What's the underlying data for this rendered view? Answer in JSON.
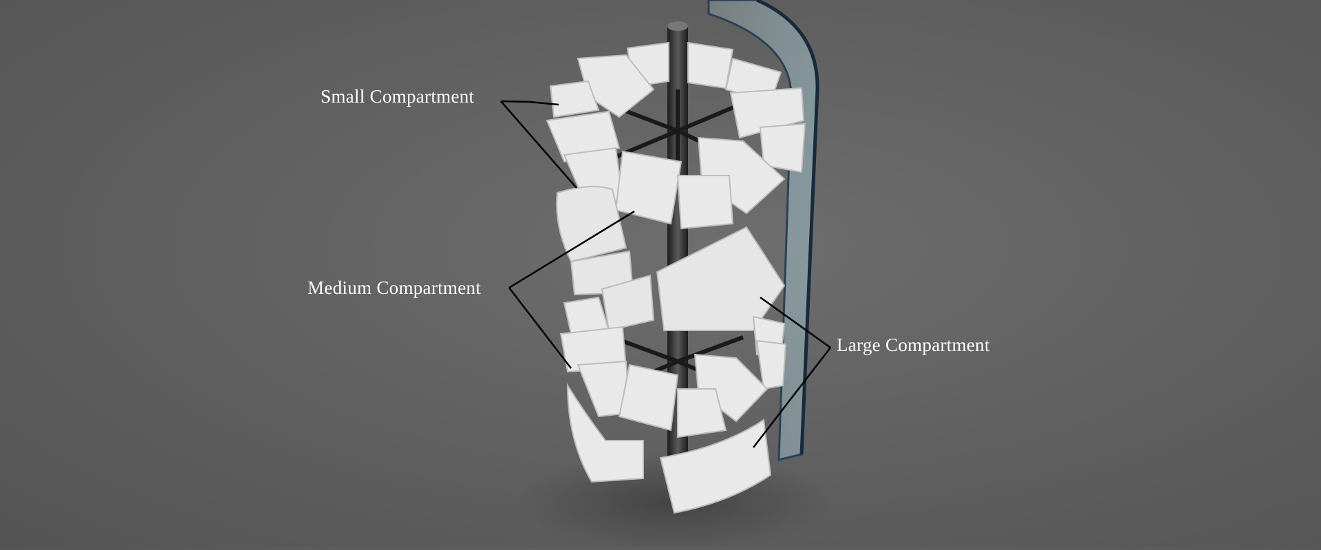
{
  "labels": {
    "small": "Small Compartment",
    "medium": "Medium Compartment",
    "large": "Large Compartment"
  },
  "colors": {
    "background": "#606060",
    "bin": "#e8e8e8",
    "bin_shadow": "#b9b9b9",
    "column": "#2a2a2a",
    "glass": "#a9c7cf",
    "leader": "#000000",
    "label_text": "#ffffff"
  }
}
